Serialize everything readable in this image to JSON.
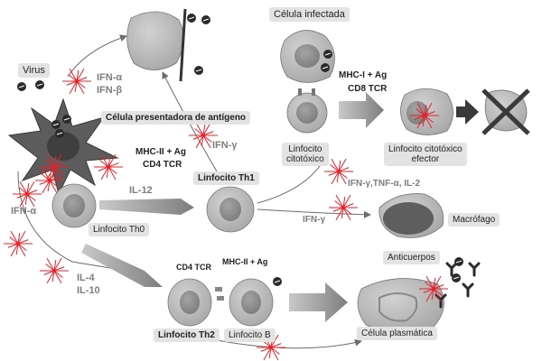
{
  "labels": {
    "infected_cell": "Célula infectada",
    "virus": "Virus",
    "apc": "Célula presentadora de antígeno",
    "ifn_alpha_top": "IFN-α",
    "ifn_beta_top": "IFN-β",
    "mhc1": "MHC-I + Ag",
    "cd8": "CD8 TCR",
    "mhc2_top": "MHC-II + Ag",
    "cd4_top": "CD4 TCR",
    "ifn_gamma_th1": "IFN-γ",
    "ctl_1": "Linfocito",
    "ctl_2": "citotóxico",
    "ctl_eff_1": "Linfocito citotóxico",
    "ctl_eff_2": "efector",
    "th1": "Linfocito Th1",
    "il12": "IL-12",
    "ifn_alpha_left": "IFN-α",
    "th0": "Linfocito Th0",
    "ifn_tnf_il2": "IFN-γ,TNF-α, IL-2",
    "ifn_gamma_mac": "IFN-γ",
    "macrophage": "Macrófago",
    "antibodies": "Anticuerpos",
    "il4": "IL-4",
    "il10": "IL-10",
    "cd4_bottom": "CD4 TCR",
    "mhc2_bottom": "MHC-II + Ag",
    "th2": "Linfocito Th2",
    "b_cell": "Linfocito B",
    "plasma_cell": "Célula plasmática"
  },
  "colors": {
    "cell_fill": "#b9b9b9",
    "nucleus_fill": "#8f8f8f",
    "cytokine_burst": "#e8202a",
    "label_box": "#e3e3e3",
    "arrow": "#7a7a7a",
    "virus": "#2a2a2a"
  }
}
